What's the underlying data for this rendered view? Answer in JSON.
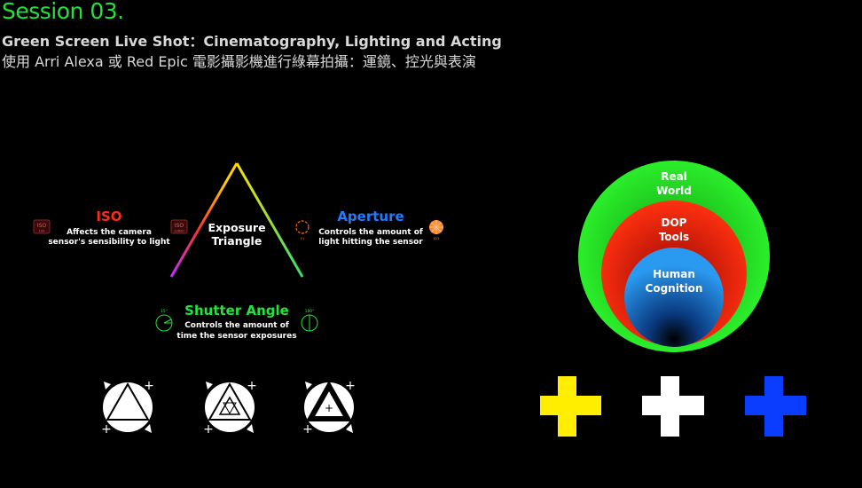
{
  "header": {
    "title": "Session 03.",
    "subtitle_en": "Green Screen Live Shot：Cinematography, Lighting and Acting",
    "subtitle_zh": "使用 Arri Alexa 或 Red Epic 電影攝影機進行綠幕拍攝：運鏡、控光與表演"
  },
  "triangle": {
    "center_line1": "Exposure",
    "center_line2": "Triangle"
  },
  "iso": {
    "heading": "ISO",
    "desc_line1": "Affects the camera",
    "desc_line2": "sensor's sensibility to light",
    "icon_low_text": "ISO",
    "icon_low_value": "100",
    "icon_high_text": "ISO",
    "icon_high_value": "12800",
    "color": "#ff2a1a"
  },
  "aperture": {
    "heading": "Aperture",
    "desc_line1": "Controls the amount of",
    "desc_line2": "light hitting the sensor",
    "icon_small_value": "f/1",
    "icon_large_value": "f/22",
    "color": "#1f7bff"
  },
  "shutter": {
    "heading": "Shutter Angle",
    "desc_line1": "Controls the amount of",
    "desc_line2": "time the sensor exposures",
    "icon_small_value": "15°",
    "icon_large_value": "180°",
    "color": "#22e33d"
  },
  "circles": {
    "outer_line1": "Real",
    "outer_line2": "World",
    "middle_line1": "DOP",
    "middle_line2": "Tools",
    "inner_line1": "Human",
    "inner_line2": "Cognition",
    "outer_color": "#22e02a",
    "middle_color": "#ff2a10",
    "inner_color": "#1e86e8"
  },
  "crosses": [
    {
      "name": "yellow-cross",
      "color": "#ffee00"
    },
    {
      "name": "white-cross",
      "color": "#ffffff"
    },
    {
      "name": "blue-cross",
      "color": "#0a3dff"
    }
  ],
  "icons": {
    "triangle_symbols": [
      "triangle-full-icon",
      "triangle-inner-icon",
      "triangle-thick-icon"
    ]
  }
}
